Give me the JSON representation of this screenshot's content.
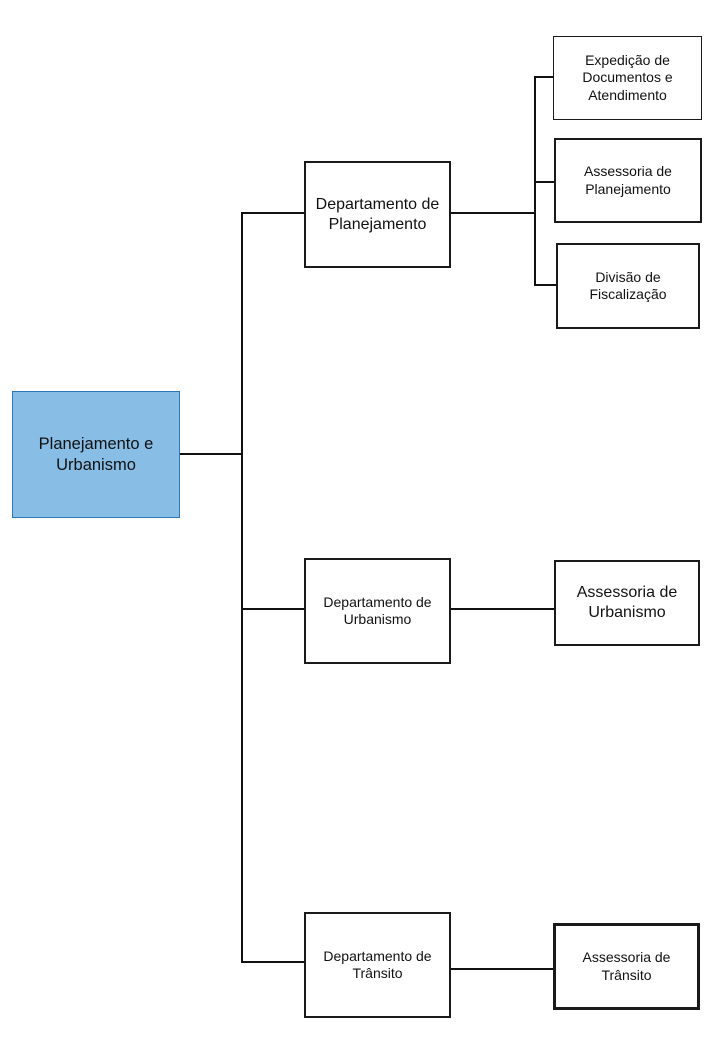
{
  "diagram": {
    "root": {
      "label": "Planejamento e Urbanismo",
      "fill_color": "#88bde6",
      "border_color": "#2f76b4"
    },
    "departments": [
      {
        "label": "Departamento de Planejamento",
        "children": [
          {
            "label": "Expedição de Documentos e Atendimento"
          },
          {
            "label": "Assessoria de Planejamento"
          },
          {
            "label": "Divisão de Fiscalização"
          }
        ]
      },
      {
        "label": "Departamento de Urbanismo",
        "children": [
          {
            "label": "Assessoria de Urbanismo"
          }
        ]
      },
      {
        "label": "Departamento de Trânsito",
        "children": [
          {
            "label": "Assessoria de Trânsito"
          }
        ]
      }
    ],
    "line_color": "#111111"
  }
}
